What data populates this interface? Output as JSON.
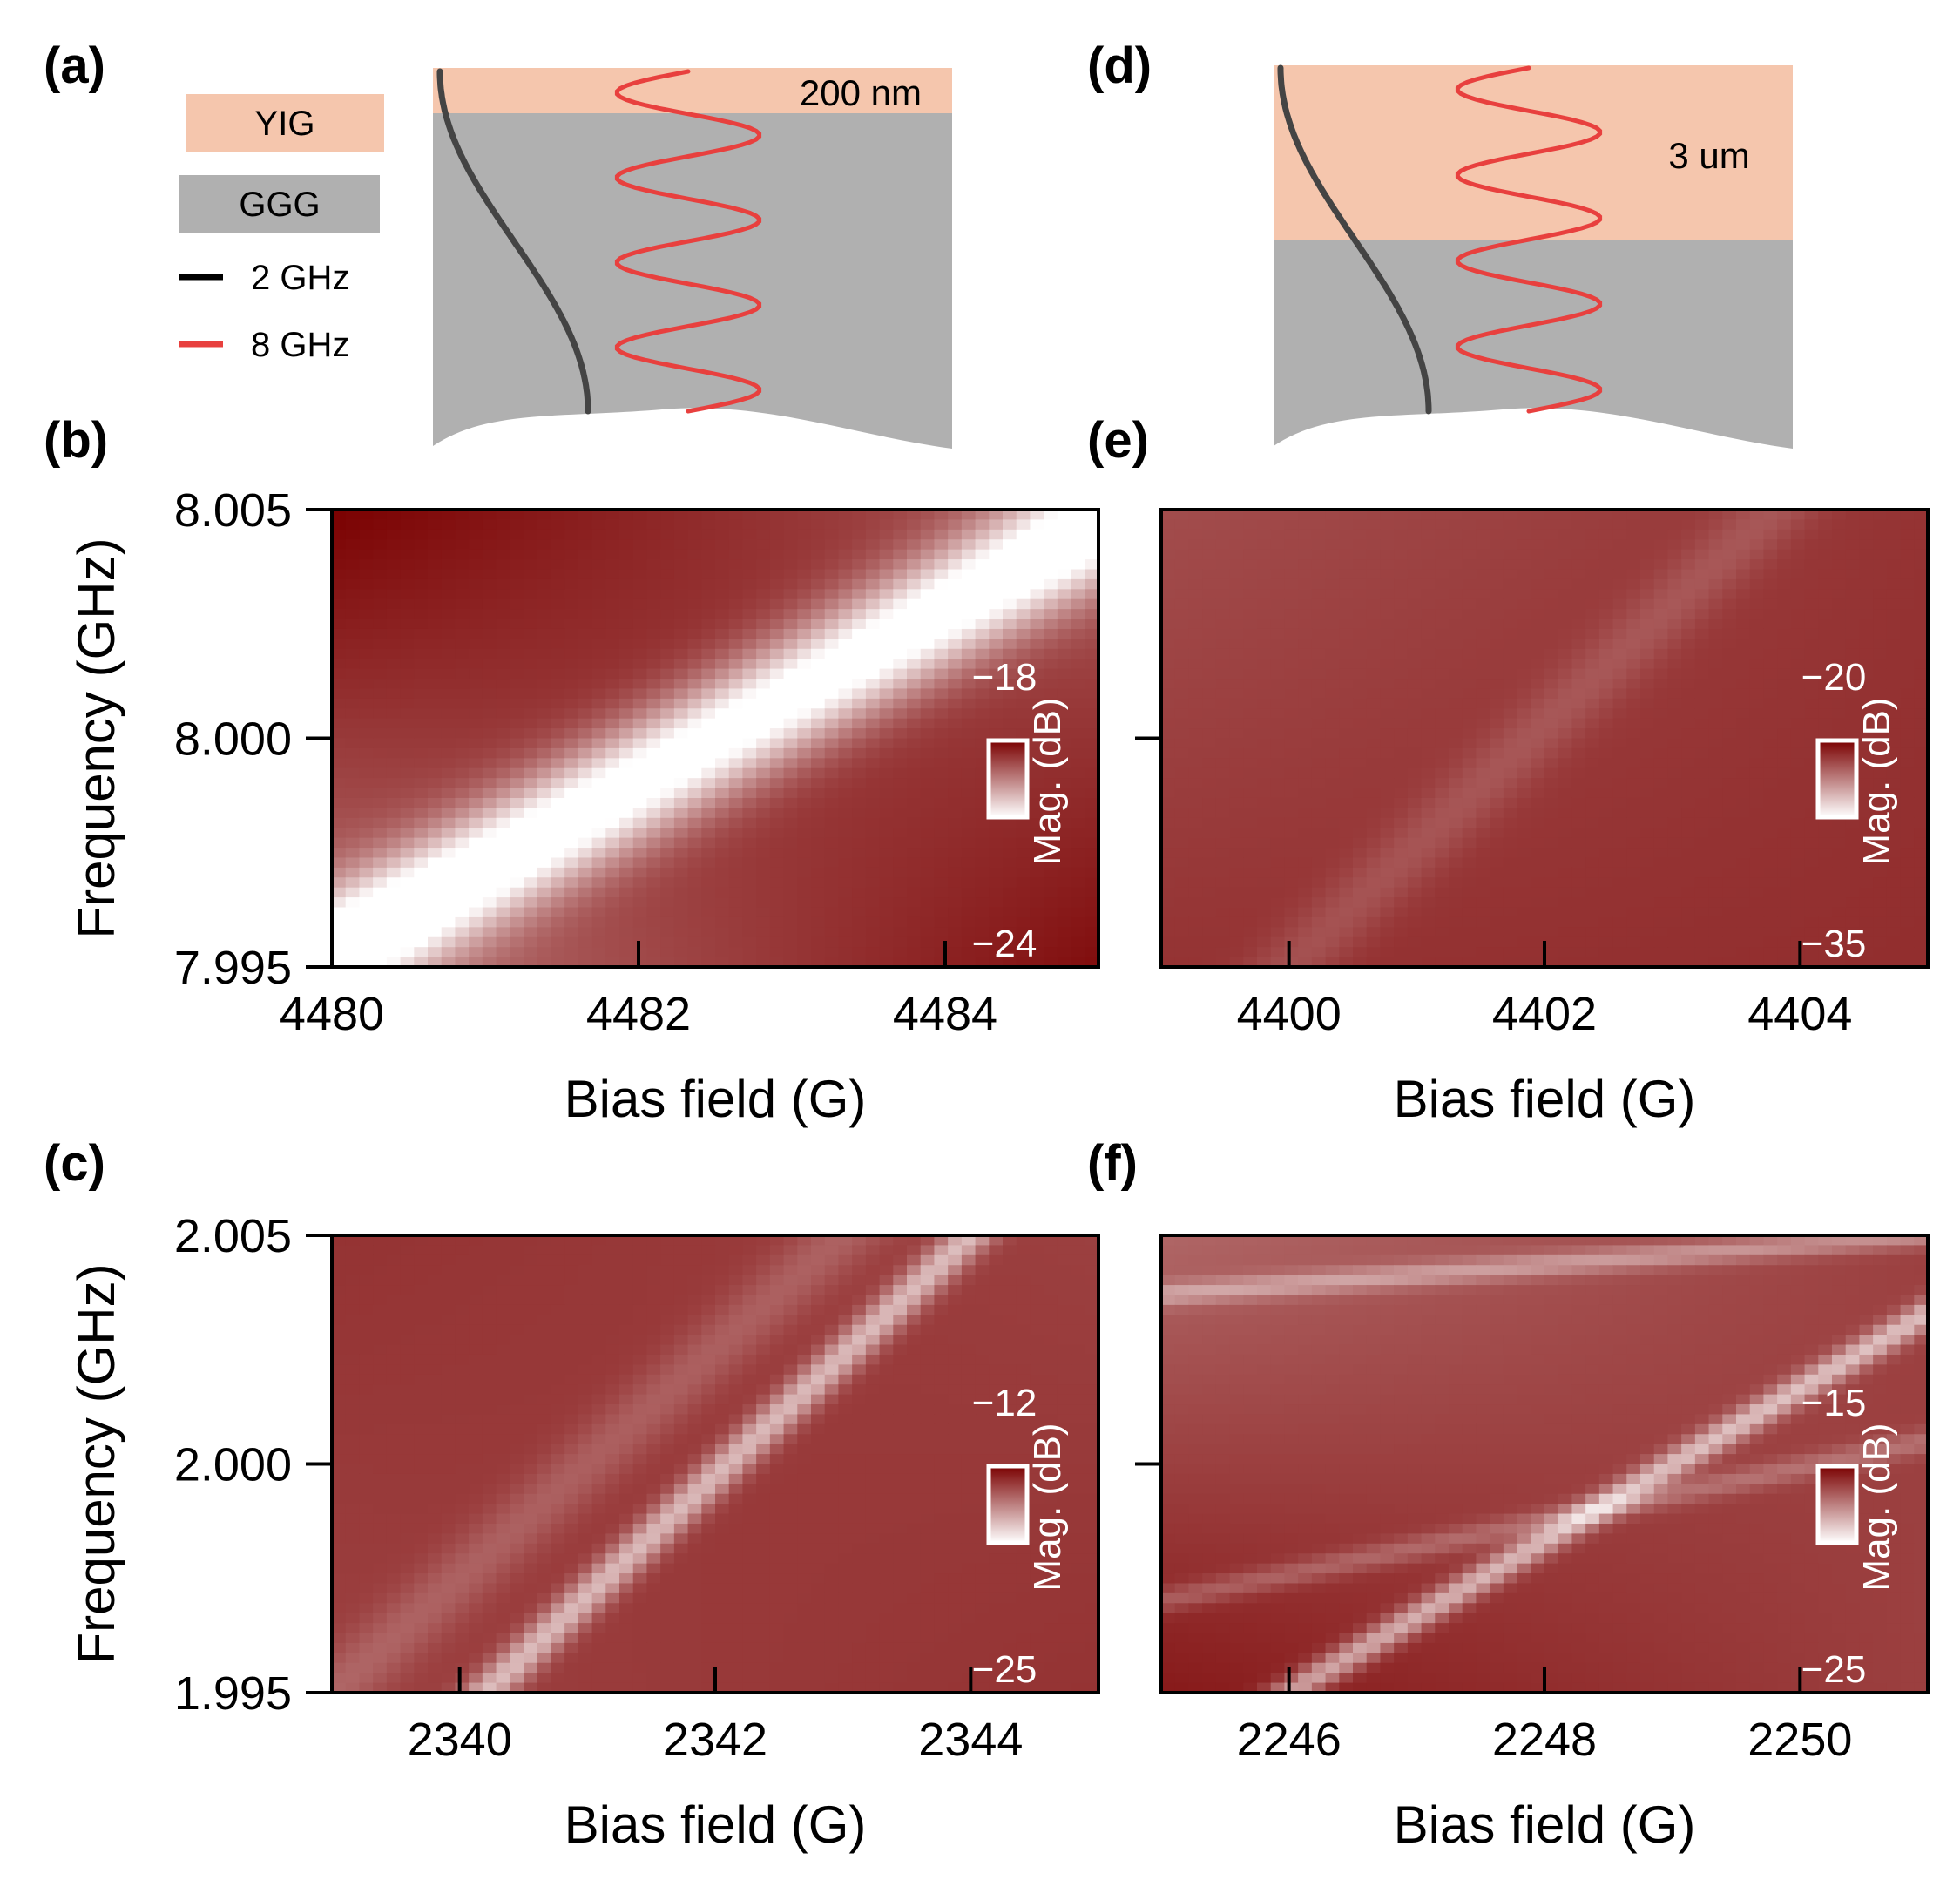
{
  "colors": {
    "yig": "#f5c6ad",
    "ggg": "#b0b0b0",
    "wave_2ghz": "#444444",
    "wave_8ghz": "#e8403e",
    "map_dark": "#7a0000",
    "map_light": "#ffffff"
  },
  "panel_labels": [
    "(a)",
    "(b)",
    "(c)",
    "(d)",
    "(e)",
    "(f)"
  ],
  "schematic_a": {
    "legend": {
      "yig": "YIG",
      "ggg": "GGG",
      "wave1": "2 GHz",
      "wave2": "8 GHz"
    },
    "thickness": "200 nm"
  },
  "schematic_d": {
    "thickness": "3 um"
  },
  "chart_data": [
    {
      "panel": "(b)",
      "type": "heatmap",
      "xlabel": "Bias field (G)",
      "ylabel": "Frequency (GHz)",
      "xlim": [
        4480,
        4485
      ],
      "ylim": [
        7.995,
        8.005
      ],
      "xticks": [
        4480,
        4482,
        4484
      ],
      "xticklabels": [
        "4480",
        "4482",
        "4484"
      ],
      "yticks": [
        7.995,
        8.0,
        8.005
      ],
      "yticklabels": [
        "7.995",
        "8.000",
        "8.005"
      ],
      "colorbar": {
        "label": "Mag. (dB)",
        "max": -18,
        "min": -24,
        "max_label": "−18",
        "min_label": "−24"
      },
      "resonance_lines": [
        {
          "x": [
            4480.0,
            4485.0
          ],
          "y": [
            7.9953,
            8.0047
          ],
          "width": 1.0,
          "strength": 0.9
        }
      ],
      "background_gradient": {
        "top_left": 0.0,
        "top_right": 0.35,
        "bottom_left": 0.45,
        "bottom_right": 0.05
      }
    },
    {
      "panel": "(c)",
      "type": "heatmap",
      "xlabel": "Bias field (G)",
      "ylabel": "Frequency (GHz)",
      "xlim": [
        2339,
        2345
      ],
      "ylim": [
        1.995,
        2.005
      ],
      "xticks": [
        2340,
        2342,
        2344
      ],
      "xticklabels": [
        "2340",
        "2342",
        "2344"
      ],
      "yticks": [
        1.995,
        2.0,
        2.005
      ],
      "yticklabels": [
        "1.995",
        "2.000",
        "2.005"
      ],
      "colorbar": {
        "label": "Mag. (dB)",
        "max": -12,
        "min": -25,
        "max_label": "−12",
        "min_label": "−25"
      },
      "resonance_lines": [
        {
          "x": [
            2340.2,
            2344.0
          ],
          "y": [
            1.995,
            2.005
          ],
          "width": 0.35,
          "strength": 0.5
        },
        {
          "x": [
            2339.0,
            2343.0
          ],
          "y": [
            1.995,
            2.005
          ],
          "width": 0.6,
          "strength": 0.15
        }
      ],
      "background_gradient": {
        "top_left": 0.2,
        "top_right": 0.25,
        "bottom_left": 0.25,
        "bottom_right": 0.2
      }
    },
    {
      "panel": "(e)",
      "type": "heatmap",
      "xlabel": "Bias field (G)",
      "ylabel": "",
      "xlim": [
        4399,
        4405
      ],
      "ylim": [
        7.995,
        8.005
      ],
      "xticks": [
        4400,
        4402,
        4404
      ],
      "xticklabels": [
        "4400",
        "4402",
        "4404"
      ],
      "yticks": [
        8.0
      ],
      "colorbar": {
        "label": "Mag. (dB)",
        "max": -20,
        "min": -35,
        "max_label": "−20",
        "min_label": "−35"
      },
      "resonance_lines": [
        {
          "x": [
            4400.0,
            4403.8
          ],
          "y": [
            7.995,
            8.005
          ],
          "width": 0.6,
          "strength": 0.12
        }
      ],
      "background_gradient": {
        "top_left": 0.3,
        "top_right": 0.2,
        "bottom_left": 0.2,
        "bottom_right": 0.18
      }
    },
    {
      "panel": "(f)",
      "type": "heatmap",
      "xlabel": "Bias field (G)",
      "ylabel": "",
      "xlim": [
        2245,
        2251
      ],
      "ylim": [
        1.995,
        2.005
      ],
      "xticks": [
        2246,
        2248,
        2250
      ],
      "xticklabels": [
        "2246",
        "2248",
        "2250"
      ],
      "yticks": [
        2.0
      ],
      "colorbar": {
        "label": "Mag. (dB)",
        "max": -15,
        "min": -25,
        "max_label": "−15",
        "min_label": "−25"
      },
      "resonance_lines": [
        {
          "x": [
            2246.0,
            2251.0
          ],
          "y": [
            1.995,
            2.0033
          ],
          "width": 0.3,
          "strength": 0.5
        },
        {
          "x": [
            2245.0,
            2251.0
          ],
          "y": [
            2.0037,
            2.005
          ],
          "width": 0.3,
          "strength": 0.3
        },
        {
          "x": [
            2245.0,
            2251.0
          ],
          "y": [
            1.997,
            2.0005
          ],
          "width": 0.3,
          "strength": 0.2
        }
      ],
      "background_gradient": {
        "top_left": 0.4,
        "top_right": 0.25,
        "bottom_left": 0.1,
        "bottom_right": 0.25
      }
    }
  ]
}
